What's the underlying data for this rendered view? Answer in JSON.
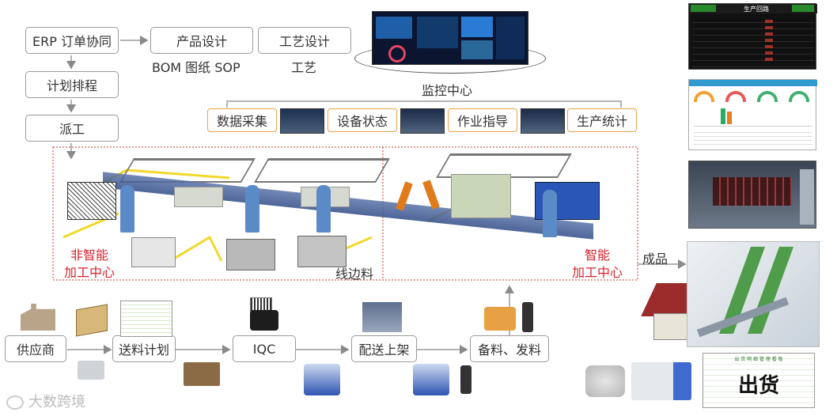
{
  "planning": {
    "erp": "ERP 订单协同",
    "schedule": "计划排程",
    "dispatch": "派工"
  },
  "design": {
    "product": "产品设计",
    "product_sub": "BOM 图纸 SOP",
    "process": "工艺设计",
    "process_sub": "工艺"
  },
  "monitor": {
    "title": "监控中心",
    "items": [
      "数据采集",
      "设备状态",
      "作业指导",
      "生产统计"
    ]
  },
  "floor": {
    "non_smart": "非智能\n加工中心",
    "non_smart_line1": "非智能",
    "non_smart_line2": "加工中心",
    "line_side": "线边料",
    "smart_line1": "智能",
    "smart_line2": "加工中心"
  },
  "finished": "成品",
  "flow": {
    "supplier": "供应商",
    "plan": "送料计划",
    "iqc": "IQC",
    "shelf": "配送上架",
    "prep": "备料、发料"
  },
  "shipping": {
    "label": "出货",
    "sheet_title": "出 货 明 细 管 理 看 板"
  },
  "dashboard_top": {
    "title": "生产回路"
  },
  "watermark": "大数跨境",
  "colors": {
    "orange_border": "#e8a24a",
    "red_text": "#d9232d",
    "grey_border": "#9a9a9a"
  }
}
